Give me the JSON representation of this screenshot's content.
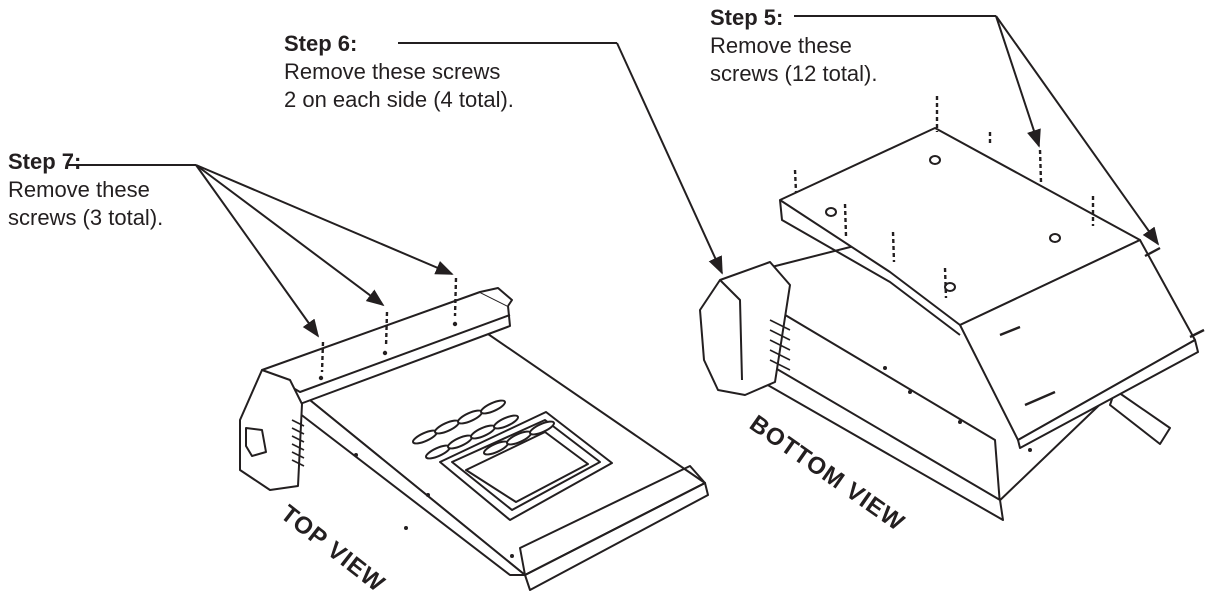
{
  "callouts": {
    "step7": {
      "title": "Step 7:",
      "line1": "Remove these",
      "line2": "screws (3 total)."
    },
    "step6": {
      "title": "Step 6:",
      "line1": "Remove these screws",
      "line2": "2 on each side (4 total)."
    },
    "step5": {
      "title": "Step 5:",
      "line1": "Remove these",
      "line2": "screws (12 total)."
    }
  },
  "views": {
    "top": "TOP VIEW",
    "bottom": "BOTTOM VIEW"
  },
  "colors": {
    "ink": "#231f20",
    "paper": "#ffffff"
  }
}
